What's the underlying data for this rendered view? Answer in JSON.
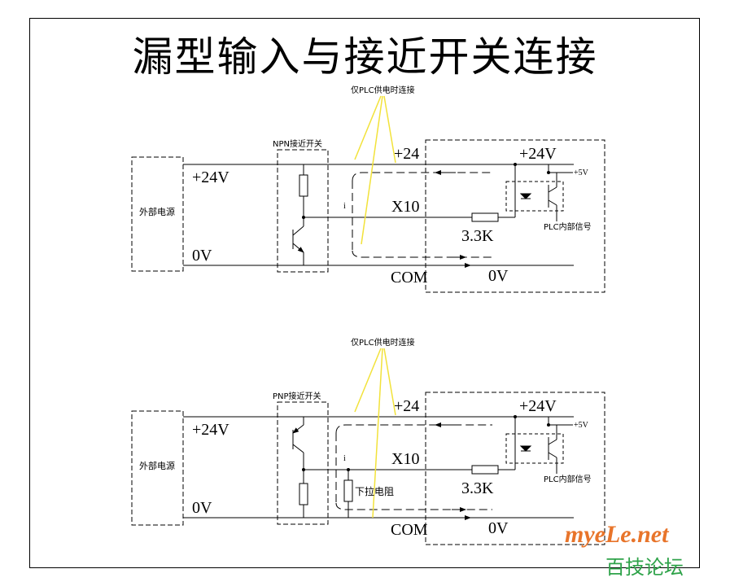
{
  "title": "漏型输入与接近开关连接",
  "npn": {
    "supply_label": "外部电源",
    "v24": "+24V",
    "v0": "0V",
    "switch_label": "NPN接近开关",
    "note": "仅PLC供电时连接",
    "plus24": "+24",
    "input": "X10",
    "current": "i",
    "com": "COM",
    "plc_24v": "+24V",
    "plc_0v": "0V",
    "resistor": "3.3K",
    "v5": "+5V",
    "signal": "PLC内部信号"
  },
  "pnp": {
    "supply_label": "外部电源",
    "v24": "+24V",
    "v0": "0V",
    "switch_label": "PNP接近开关",
    "note": "仅PLC供电时连接",
    "plus24": "+24",
    "input": "X10",
    "current": "i",
    "pulldown": "下拉电阻",
    "com": "COM",
    "plc_24v": "+24V",
    "plc_0v": "0V",
    "resistor": "3.3K",
    "v5": "+5V",
    "signal": "PLC内部信号"
  },
  "watermark": {
    "site": "myeLe.net",
    "forum": "百技论坛"
  },
  "colors": {
    "line": "#000000",
    "highlight": "#f2e23a",
    "watermark_site": "#e8742a",
    "watermark_forum": "#2fa34a"
  }
}
